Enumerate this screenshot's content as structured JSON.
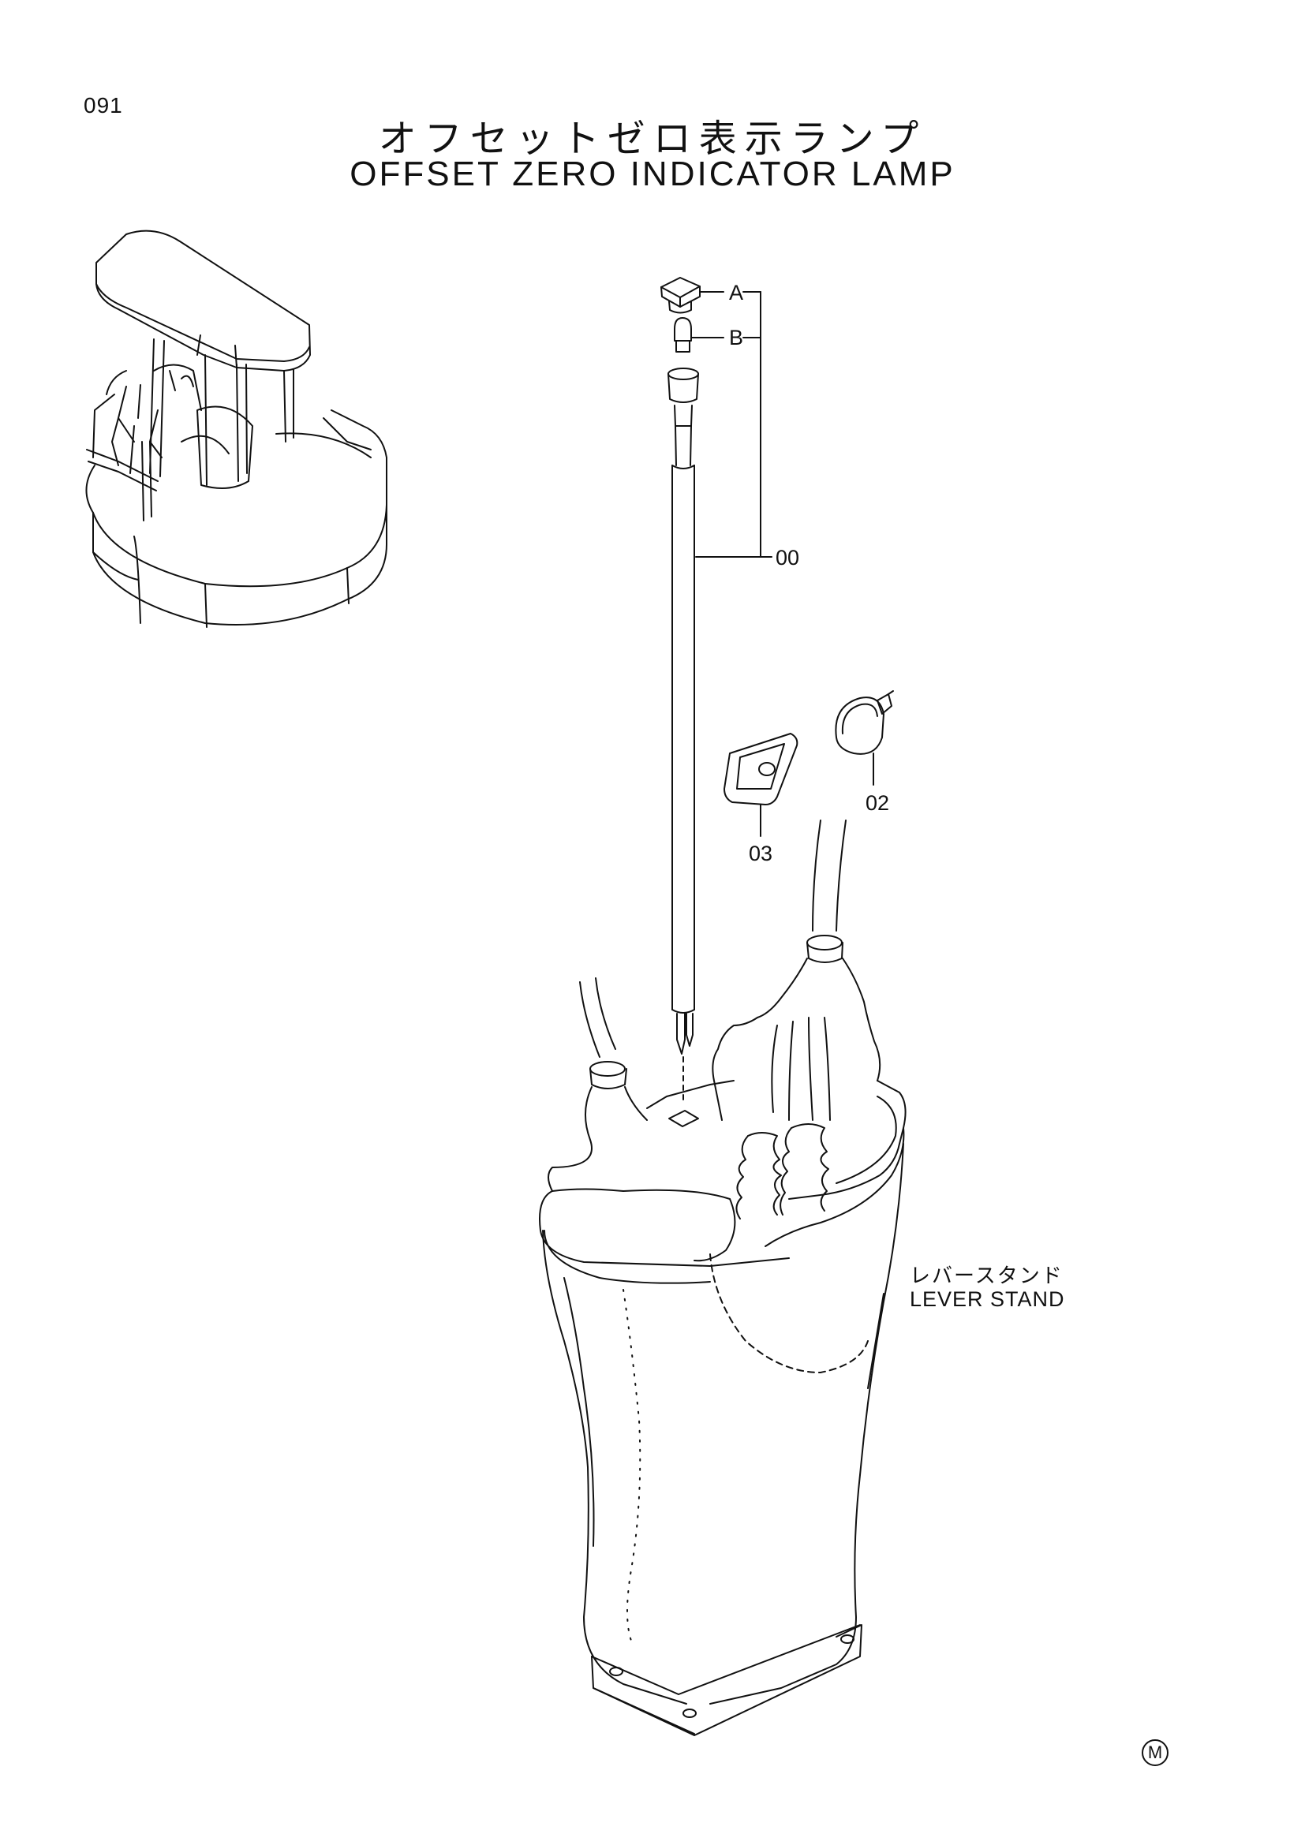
{
  "page_number": "091",
  "title": {
    "japanese": "オフセットゼロ表示ランプ",
    "english": "OFFSET ZERO INDICATOR LAMP"
  },
  "callouts": {
    "a": "A",
    "b": "B",
    "assembly": "00",
    "band": "02",
    "grommet": "03"
  },
  "lever_stand": {
    "japanese": "レバースタンド",
    "english": "LEVER STAND"
  },
  "mark": "M",
  "colors": {
    "line": "#111111",
    "background": "#ffffff"
  }
}
